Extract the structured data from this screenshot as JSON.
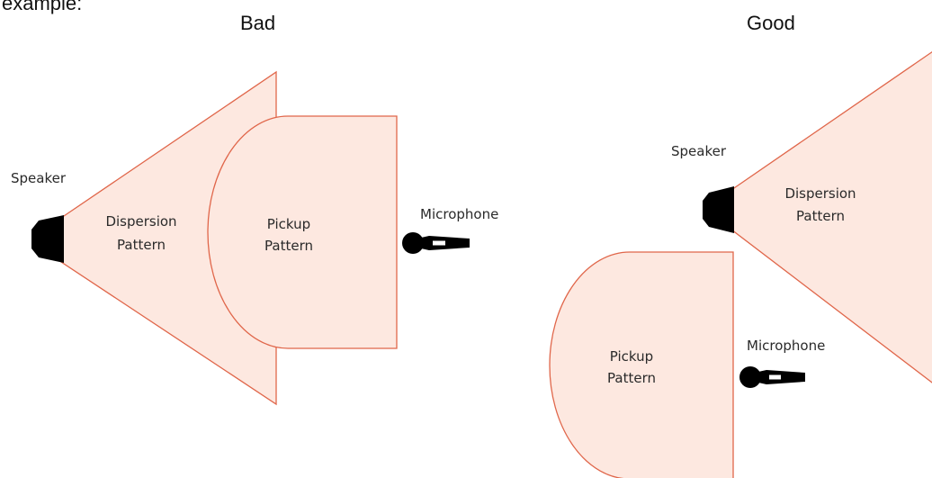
{
  "header_fragment": "example:",
  "panels": {
    "bad": {
      "heading": "Bad",
      "speaker_label": "Speaker",
      "dispersion_label": [
        "Dispersion",
        "Pattern"
      ],
      "pickup_label": [
        "Pickup",
        "Pattern"
      ],
      "microphone_label": "Microphone"
    },
    "good": {
      "heading": "Good",
      "speaker_label": "Speaker",
      "dispersion_label": [
        "Dispersion",
        "Pattern"
      ],
      "pickup_label": [
        "Pickup",
        "Pattern"
      ],
      "microphone_label": "Microphone"
    }
  },
  "colors": {
    "pattern_fill": "#fde8e0",
    "pattern_stroke": "#e0664a",
    "device": "#000000"
  }
}
